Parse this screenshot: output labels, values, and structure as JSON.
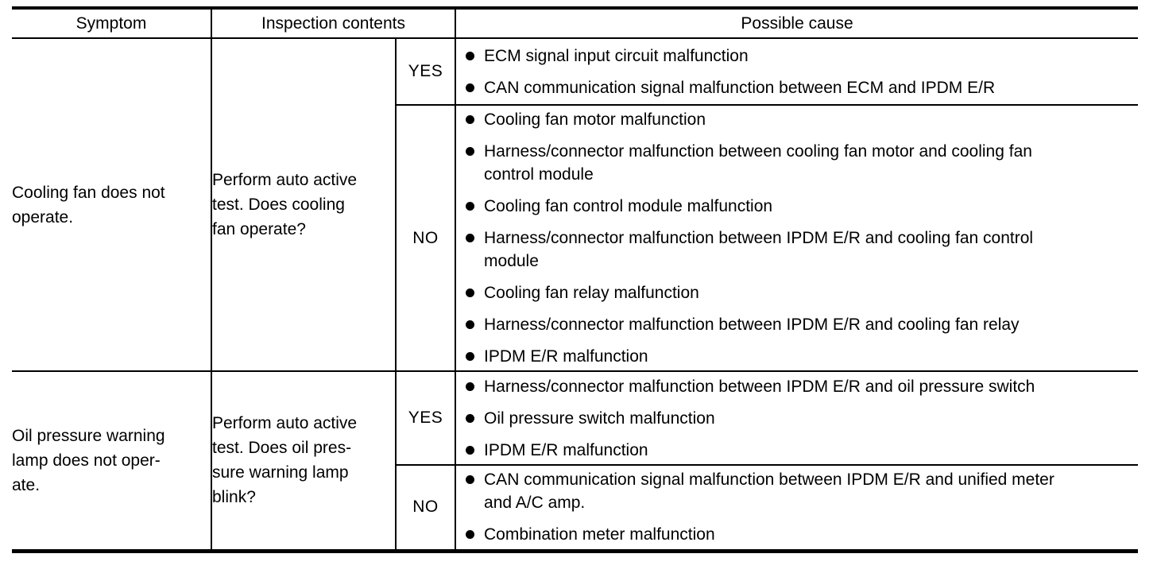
{
  "colors": {
    "text": "#000000",
    "border": "#000000",
    "background": "#ffffff"
  },
  "icons": {
    "bullet": "●"
  },
  "table": {
    "headers": {
      "symptom": "Symptom",
      "inspection": "Inspection contents",
      "cause": "Possible cause"
    },
    "rows": [
      {
        "symptom_lines": [
          "Cooling fan does not",
          "operate."
        ],
        "inspection_lines": [
          "Perform auto active",
          "test. Does cooling",
          "fan operate?"
        ],
        "branches": [
          {
            "answer": "YES",
            "causes": [
              [
                "ECM signal input circuit malfunction"
              ],
              [
                "CAN communication signal malfunction between ECM and IPDM E/R"
              ]
            ]
          },
          {
            "answer": "NO",
            "causes": [
              [
                "Cooling fan motor malfunction"
              ],
              [
                "Harness/connector malfunction between cooling fan motor and cooling fan",
                "control module"
              ],
              [
                "Cooling fan control module malfunction"
              ],
              [
                "Harness/connector malfunction between IPDM E/R and cooling fan control",
                "module"
              ],
              [
                "Cooling fan relay malfunction"
              ],
              [
                "Harness/connector malfunction between IPDM E/R and cooling fan relay"
              ],
              [
                "IPDM E/R malfunction"
              ]
            ]
          }
        ]
      },
      {
        "symptom_lines": [
          "Oil pressure warning",
          "lamp does not oper-",
          "ate."
        ],
        "inspection_lines": [
          "Perform auto active",
          "test. Does oil pres-",
          "sure warning lamp",
          "blink?"
        ],
        "branches": [
          {
            "answer": "YES",
            "causes": [
              [
                "Harness/connector malfunction between IPDM E/R and oil pressure switch"
              ],
              [
                "Oil pressure switch malfunction"
              ],
              [
                "IPDM E/R malfunction"
              ]
            ]
          },
          {
            "answer": "NO",
            "causes": [
              [
                "CAN communication signal malfunction between IPDM E/R and unified meter",
                "and A/C amp."
              ],
              [
                "Combination meter malfunction"
              ]
            ]
          }
        ]
      }
    ]
  }
}
